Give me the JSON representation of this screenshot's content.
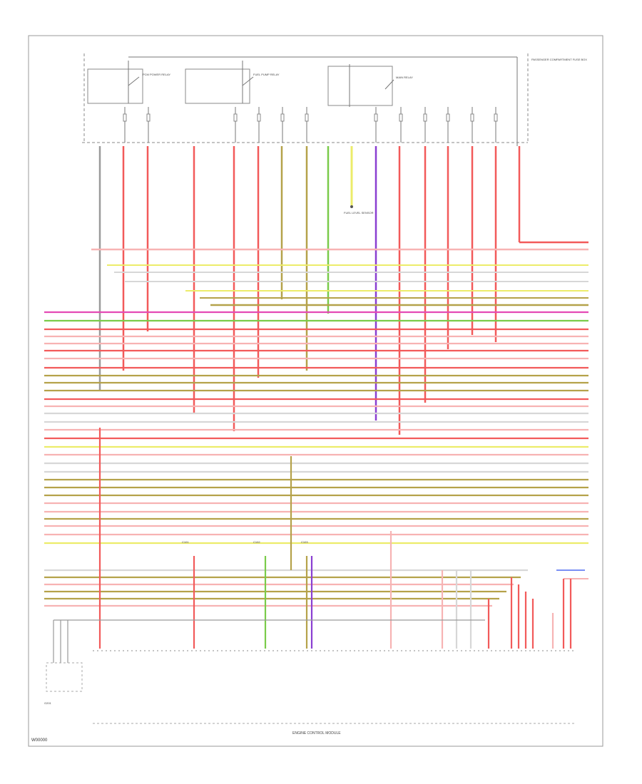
{
  "page": {
    "code": "W00000"
  },
  "relay_boxes": [
    {
      "label": "PCM POWER RELAY"
    },
    {
      "label": "FUEL PUMP RELAY"
    },
    {
      "label": "MAIN RELAY"
    }
  ],
  "right_block_label": "PASSENGER COMPARTMENT FUSE BOX",
  "sensor_label": "FUEL LEVEL SENSOR",
  "mid_connectors": [
    {
      "label": "C101"
    },
    {
      "label": "C102"
    },
    {
      "label": "C103"
    }
  ],
  "bottom_label": "ENGINE CONTROL MODULE",
  "left_box_label": "G201",
  "colors": {
    "red": "#f25a5a",
    "pink": "#f7b3b3",
    "olive": "#b5a24a",
    "gray": "#9a9a9a",
    "lightgray": "#d7d7d7",
    "yellow": "#ecec6a",
    "magenta": "#e44bb5",
    "purple": "#8a3fd1",
    "green": "#7acb4a",
    "blue": "#4e6af0"
  }
}
